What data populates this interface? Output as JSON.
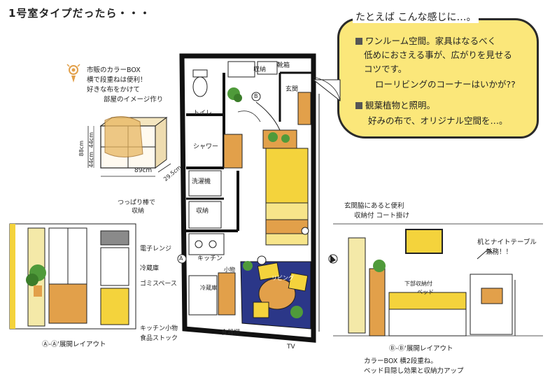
{
  "title": "1号室タイプだったら・・・",
  "note": {
    "heading": "たとえば こんな感じに…。",
    "lines": [
      "ワンルーム空間。家具はなるべく",
      "低めにおさえる事が、広がりを見せる",
      "コツです。",
      "ローリビングのコーナーはいかが??",
      "観葉植物と照明。",
      "好みの布で、オリジナル空間を…。"
    ]
  },
  "colorbox": {
    "lines": [
      "市販のカラーBOX",
      "横で段重ねは便利！",
      "好きな布をかけて",
      "部屋のイメージ作り"
    ],
    "dim_width": "89cm",
    "dim_depth": "29.5cm",
    "dim_height": "88cm",
    "dim_h1": "44cm",
    "dim_h2": "44cm"
  },
  "plan": {
    "storage_top": "収納",
    "shoebox": "靴箱",
    "entrance": "玄関",
    "toilet": "トイレ",
    "shower": "シャワー",
    "washer": "洗濯機",
    "storage_mid": "収納",
    "kitchen": "キッチン",
    "fridge": "冷蔵庫",
    "small_items": "小物",
    "living": "リビング",
    "marker_b": "B",
    "marker_a": "A"
  },
  "callouts": {
    "tension_rod": [
      "つっぱり棒で",
      "収納"
    ],
    "microwave": "電子レンジ",
    "fridge": "冷蔵庫",
    "trash": "ゴミスペース",
    "kitchen_goods": [
      "キッチン小物",
      "食品ストック"
    ],
    "dish_shelf": "食器棚",
    "tv": "TV"
  },
  "elevation_a": {
    "caption": "Ⓐ-Ⓐ'展開レイアウト"
  },
  "elevation_b": {
    "caption": "Ⓑ-Ⓑ'展開レイアウト",
    "entrance_note": [
      "玄関脇にあると便利",
      "収納付 コート掛け"
    ],
    "desk_note": [
      "机とナイトテーブル",
      "兼務！！"
    ],
    "bed_note": [
      "下部収納付",
      "ベッド"
    ],
    "bottom_note": [
      "カラーBOX 横2段重ね。",
      "ベッド目隠し効果と収納力アップ"
    ]
  },
  "colors": {
    "ink": "#222222",
    "yellow": "#f4d33c",
    "orange": "#e2a04a",
    "navy": "#2b3788",
    "green": "#4f9a3a",
    "grey": "#8a8a8a"
  }
}
